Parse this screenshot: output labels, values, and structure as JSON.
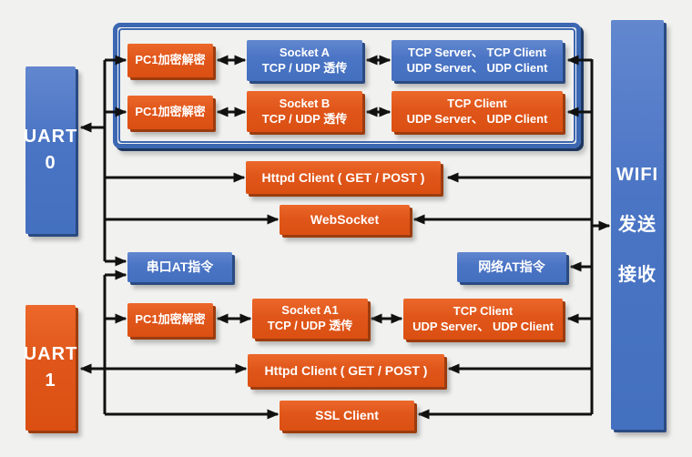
{
  "colors": {
    "box_blue": "#4a74c4",
    "box_orange": "#e0561a",
    "frame_blue": "#3c67b2",
    "canvas_background": "#f1f1ef",
    "connector_black": "#111111",
    "text_white": "#ffffff"
  },
  "pillars": {
    "uart0": {
      "line1": "UART",
      "line2": "0"
    },
    "uart1": {
      "line1": "UART",
      "line2": "1"
    },
    "wifi": {
      "line1": "WIFI",
      "line2": "发送",
      "line3": "接收"
    }
  },
  "socket_group": {
    "row1": {
      "encrypt": "PC1加密解密",
      "socket_line1": "Socket A",
      "socket_line2": "TCP / UDP 透传",
      "modes_line1": "TCP Server、 TCP Client",
      "modes_line2": "UDP Server、 UDP Client"
    },
    "row2": {
      "encrypt": "PC1加密解密",
      "socket_line1": "Socket B",
      "socket_line2": "TCP / UDP 透传",
      "modes_line1": "TCP Client",
      "modes_line2": "UDP Server、 UDP Client"
    }
  },
  "middle": {
    "httpd1": "Httpd Client ( GET / POST )",
    "websocket": "WebSocket",
    "serial_at": "串口AT指令",
    "net_at": "网络AT指令"
  },
  "uart1_section": {
    "encrypt": "PC1加密解密",
    "socket_line1": "Socket A1",
    "socket_line2": "TCP / UDP 透传",
    "modes_line1": "TCP Client",
    "modes_line2": "UDP Server、 UDP Client",
    "httpd2": "Httpd Client ( GET / POST )",
    "ssl": "SSL Client"
  }
}
